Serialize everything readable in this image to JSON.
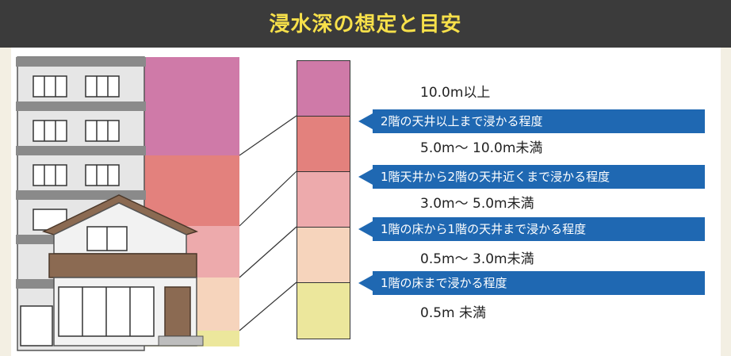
{
  "title": "浸水深の想定と目安",
  "levels": [
    {
      "range": "10.0m以上",
      "description": "2階の天井以上まで浸かる程度",
      "color": "#cf7aa8"
    },
    {
      "range": "5.0m～ 10.0m未満",
      "description": "1階天井から2階の天井近くまで浸かる程度",
      "color": "#e3817d"
    },
    {
      "range": "3.0m～ 5.0m未満",
      "description": "1階の床から1階の天井まで浸かる程度",
      "color": "#edaaac"
    },
    {
      "range": "0.5m～ 3.0m未満",
      "description": "1階の床まで浸かる程度",
      "color": "#f6d4bc"
    },
    {
      "range": "0.5m 未満",
      "description": "",
      "color": "#ece79c"
    }
  ]
}
